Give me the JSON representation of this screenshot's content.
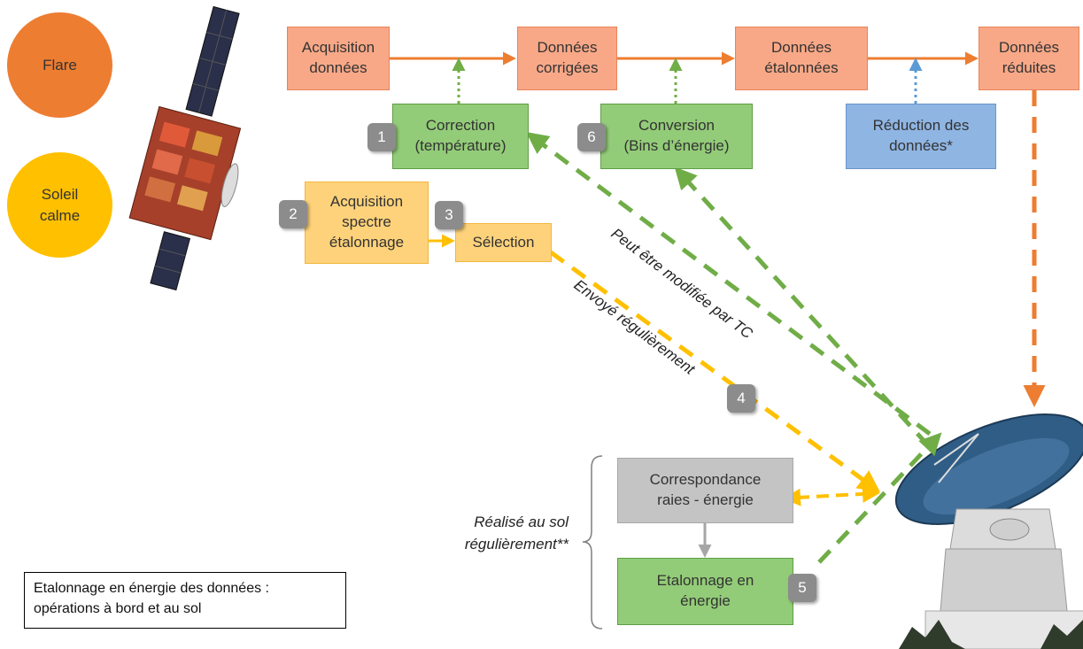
{
  "nodes": {
    "flare": "Flare",
    "soleil_calme": "Soleil\ncalme",
    "acquisition_donnees": "Acquisition\ndonnées",
    "donnees_corrigees": "Données\ncorrigées",
    "donnees_etalonnees": "Données\nétalonnées",
    "donnees_reduites": "Données\nréduites",
    "correction": "Correction\n(température)",
    "conversion": "Conversion\n(Bins d’énergie)",
    "reduction": "Réduction des\ndonnées*",
    "acquisition_spectre": "Acquisition\nspectre\nétalonnage",
    "selection": "Sélection",
    "correspondance": "Correspondance\nraies - énergie",
    "etalonnage": "Etalonnage en\nénergie"
  },
  "badges": {
    "b1": "1",
    "b2": "2",
    "b3": "3",
    "b4": "4",
    "b5": "5",
    "b6": "6"
  },
  "labels": {
    "peut_etre_modifiee": "Peut être modifiée par TC",
    "envoye_regulierement": "Envoyé régulièrement",
    "realise_au_sol": "Réalisé au sol\nrégulièrement**"
  },
  "caption": "Etalonnage en énergie des données :\nopérations à bord et au sol",
  "colors": {
    "orange": "#ed7d31",
    "green": "#70ad47",
    "blue": "#5b9bd5",
    "yellow": "#ffc000",
    "grey": "#a6a6a6"
  },
  "icons": {
    "satellite": "satellite-icon",
    "antenna": "ground-antenna-icon"
  }
}
